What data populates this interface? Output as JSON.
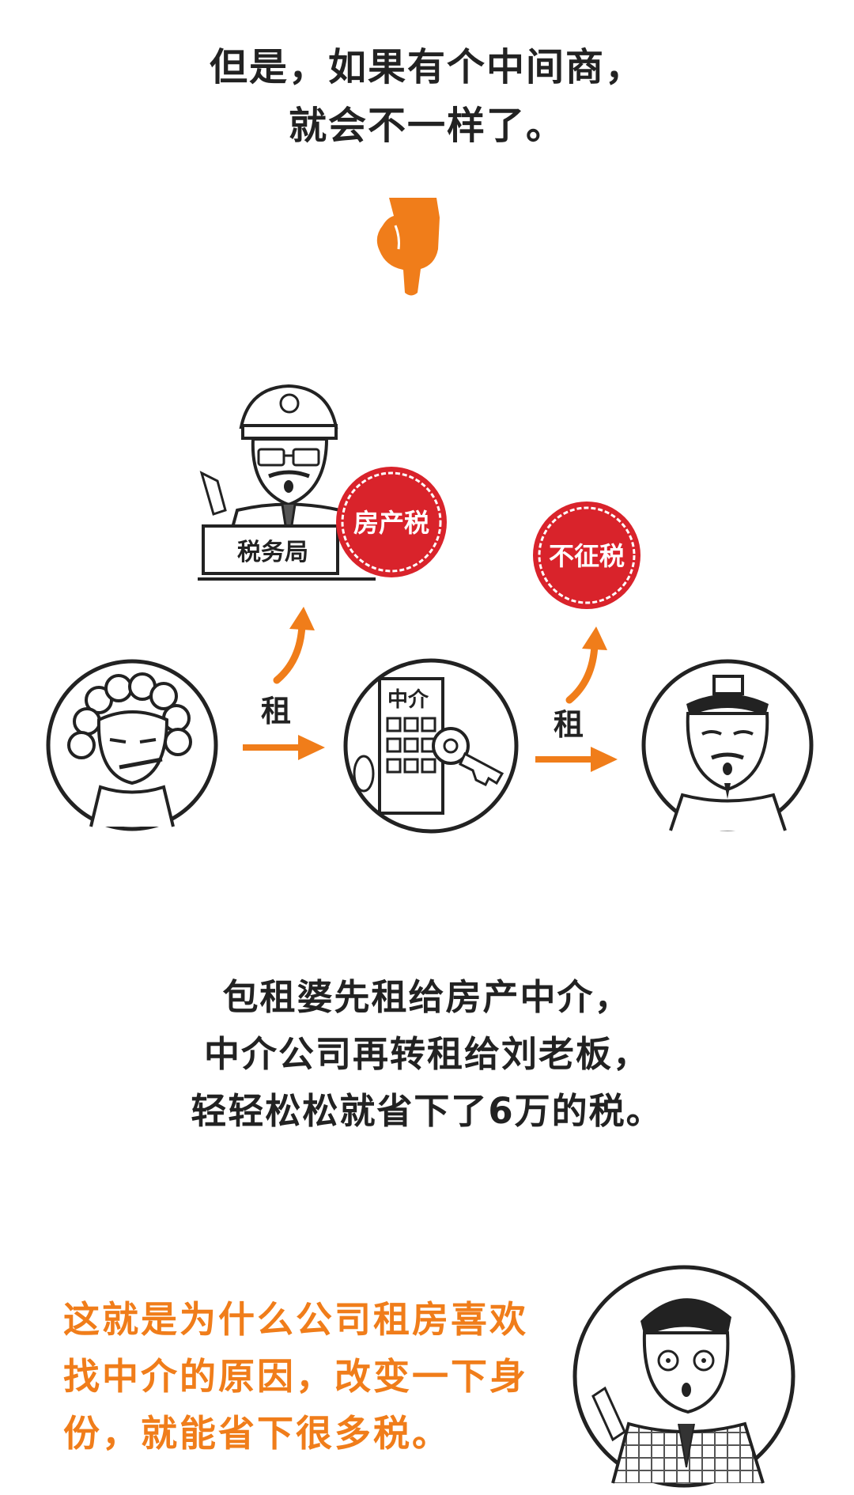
{
  "intro": {
    "line1": "但是，如果有个中间商，",
    "line2": "就会不一样了。"
  },
  "diagram": {
    "tax_bureau_label": "税务局",
    "stamp_property_tax": "房产税",
    "stamp_no_tax": "不征税",
    "rent_label_1": "租",
    "rent_label_2": "租",
    "agency_sign": "中介"
  },
  "explanation": {
    "line1": "包租婆先租给房产中介，",
    "line2": "中介公司再转租给刘老板，",
    "line3": "轻轻松松就省下了6万的税。"
  },
  "conclusion": {
    "line1": "这就是为什么公司租房喜欢",
    "line2": "找中介的原因，改变一下身",
    "line3": "份，就能省下很多税。"
  },
  "colors": {
    "accent_orange": "#f07d1a",
    "stamp_red": "#d9232b",
    "ink": "#222222"
  },
  "icons": [
    "pointing-hand-icon",
    "arrow-right-icon",
    "curved-arrow-up-icon",
    "key-icon"
  ]
}
